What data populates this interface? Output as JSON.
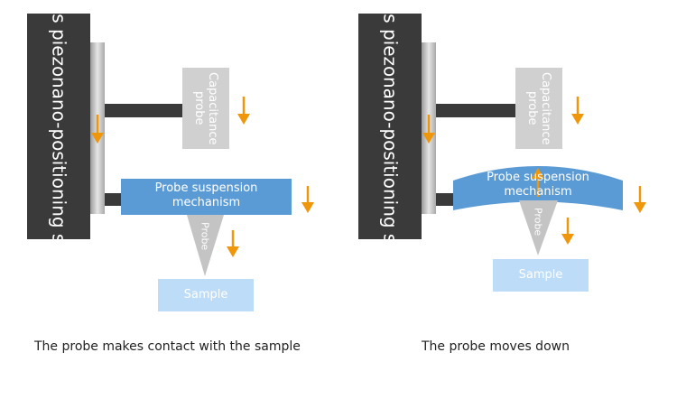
{
  "left_panel": {
    "stage_label_line1": "Z-axis piezo",
    "stage_label_line2": "nano-positioning stage",
    "capacitance_probe_label": "Capacitance probe",
    "suspension_label_line1": "Probe suspension",
    "suspension_label_line2": "mechanism",
    "probe_label": "Probe",
    "sample_label": "Sample",
    "caption": "The probe makes contact with the sample"
  },
  "right_panel": {
    "stage_label_line1": "Z-axis piezo",
    "stage_label_line2": "nano-positioning stage",
    "capacitance_probe_label": "Capacitance probe",
    "suspension_label_line1": "Probe suspension",
    "suspension_label_line2": "mechanism",
    "probe_label": "Probe",
    "sample_label": "Sample",
    "caption": "The probe moves down"
  },
  "colors": {
    "stage": "#3a3a3a",
    "guide": "#c8c8c8",
    "arm": "#3a3a3a",
    "capacitance_probe": "#d0d0d0",
    "suspension": "#5b9bd5",
    "probe": "#c4c4c4",
    "sample": "#bddcf8",
    "arrow": "#f0960a"
  }
}
